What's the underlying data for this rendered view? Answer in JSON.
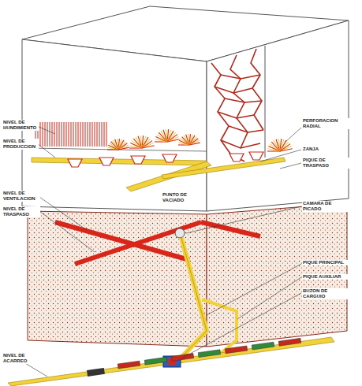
{
  "diagram": {
    "labels": [
      "NIVEL DE HUNDIMIENTO",
      "NIVEL DE PRODUCCION",
      "NIVEL DE VENTILACION",
      "NIVEL DE TRASPASO",
      "NIVEL DE ACARREO",
      "PERFORACION RADIAL",
      "ZANJA",
      "PIQUE DE TRASPASO",
      "CAMARA DE PICADO",
      "PIQUE PRINCIPAL",
      "PIQUE AUXILIAR",
      "BUZON DE CARGUIO",
      "PUNTO DE VACIADO"
    ]
  }
}
